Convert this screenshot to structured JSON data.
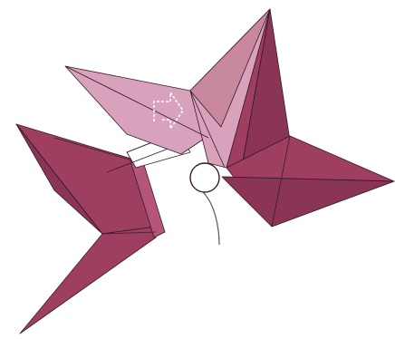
{
  "figure": {
    "background": "#ffffff",
    "paper": {
      "dark": "#9e3f62",
      "dark_shade": "#8a3556",
      "mid": "#b5557a",
      "light": "#d9a2bc",
      "light_shade": "#c8899f",
      "white_side": "#ffffff",
      "crease_line": "#3a1a28"
    },
    "symbols": {
      "insert_arrow": "dashed-arrow",
      "focus_circle": "circle",
      "guide_line": "curved-line",
      "arrow_color": "#ffffff"
    }
  }
}
